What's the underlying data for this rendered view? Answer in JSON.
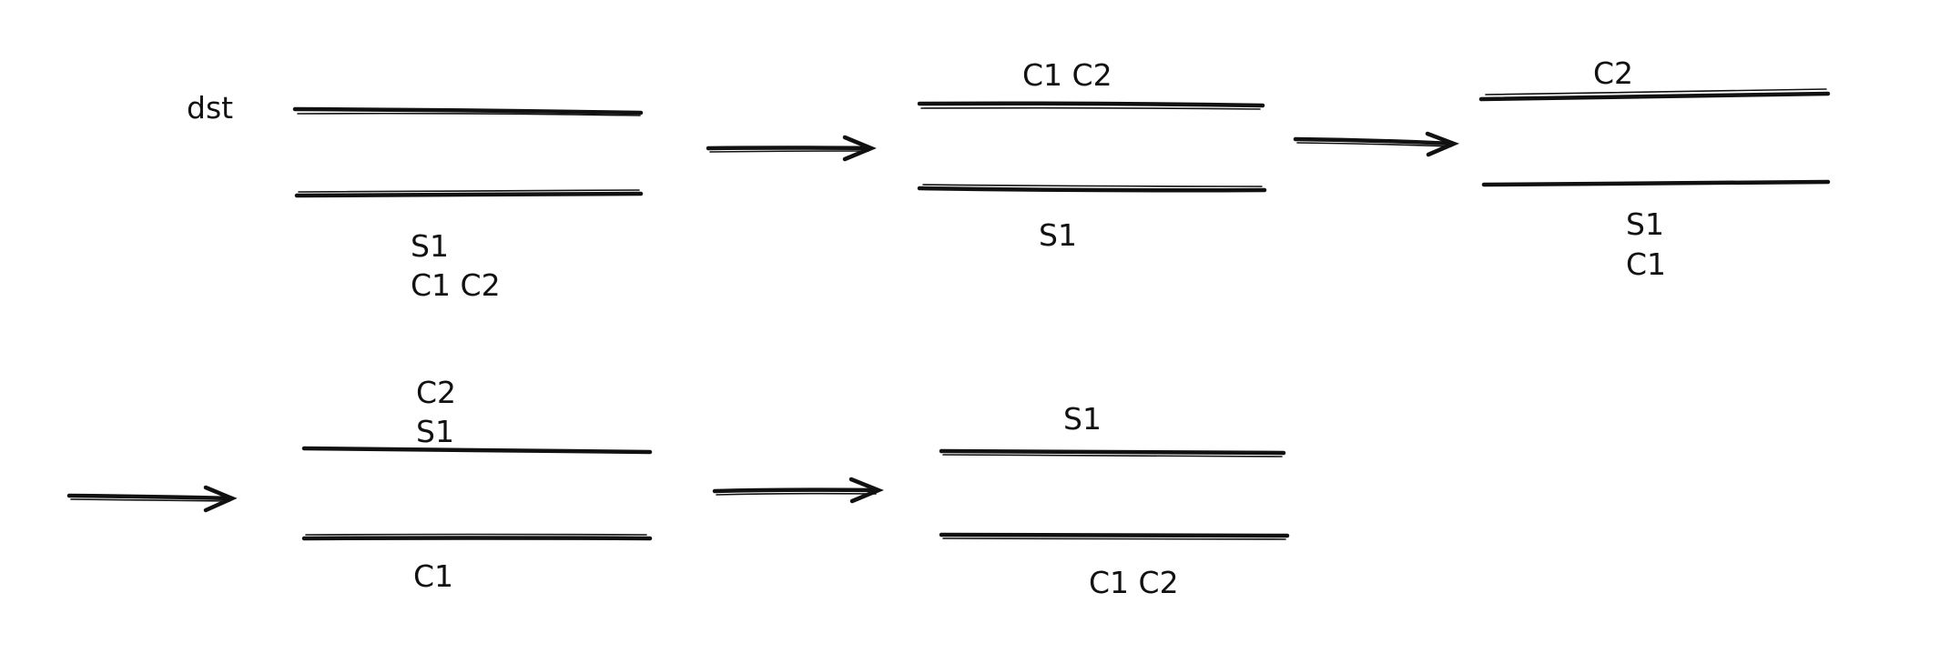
{
  "colors": {
    "ink": "#111111",
    "background": "#ffffff"
  },
  "diagram": {
    "start_label": "dst",
    "stages": [
      {
        "top": [
          "",
          ""
        ],
        "bottom": [
          "S1",
          "C1 C2"
        ]
      },
      {
        "top": [
          "",
          "C1 C2"
        ],
        "bottom": [
          "S1",
          ""
        ]
      },
      {
        "top": [
          "",
          "C2"
        ],
        "bottom": [
          "S1",
          "C1"
        ]
      },
      {
        "top": [
          "C2",
          "S1"
        ],
        "bottom": [
          "C1",
          ""
        ]
      },
      {
        "top": [
          "",
          "S1"
        ],
        "bottom": [
          "C1 C2",
          ""
        ]
      }
    ]
  }
}
